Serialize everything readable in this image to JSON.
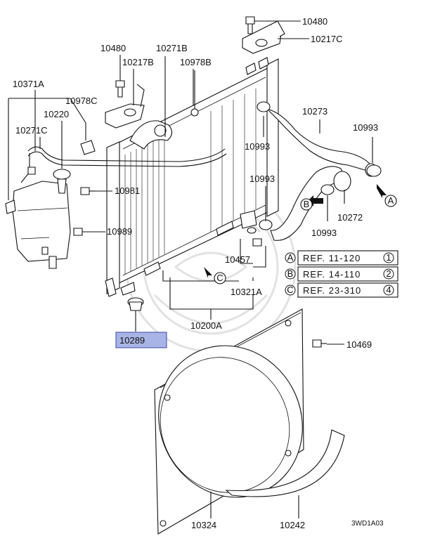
{
  "diagram": {
    "labels": {
      "p10480_top": "10480",
      "p10217C": "10217C",
      "p10480_left": "10480",
      "p10271B": "10271B",
      "p10217B": "10217B",
      "p10978B": "10978B",
      "p10371A": "10371A",
      "p10978C": "10978C",
      "p10220": "10220",
      "p10273": "10273",
      "p10271C": "10271C",
      "p10993_a": "10993",
      "p10993_b": "10993",
      "p10993_c": "10993",
      "p10993_d": "10993",
      "p10981": "10981",
      "p10272": "10272",
      "p10989": "10989",
      "p10457": "10457",
      "p10321A": "10321A",
      "p10200A": "10200A",
      "p10289": "10289",
      "p10469": "10469",
      "p10324": "10324",
      "p10242": "10242"
    },
    "callouts": {
      "A": "A",
      "B": "B",
      "C": "C"
    },
    "references": [
      {
        "letter": "A",
        "text": "REF. 11-120",
        "sheet": "1"
      },
      {
        "letter": "B",
        "text": "REF. 14-110",
        "sheet": "2"
      },
      {
        "letter": "C",
        "text": "REF. 23-310",
        "sheet": "4"
      }
    ],
    "drawing_code": "3WD1A03",
    "highlight_color": "#a9b4e6"
  }
}
